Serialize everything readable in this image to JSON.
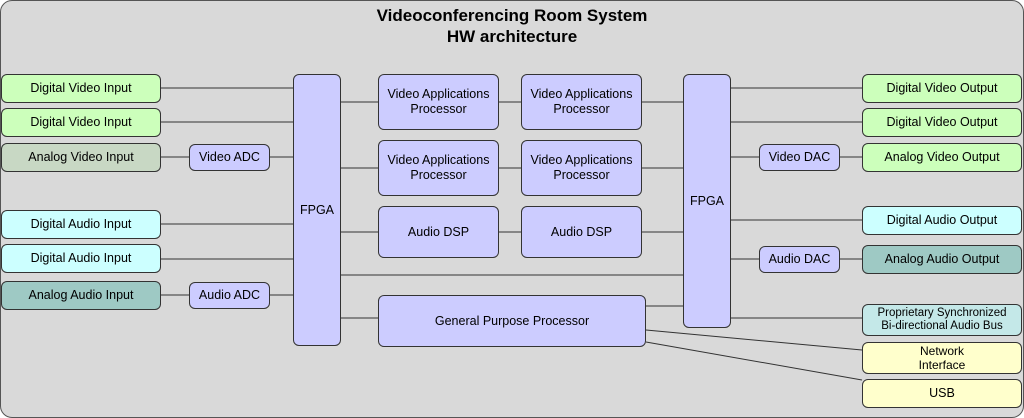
{
  "title": {
    "line1": "Videoconferencing Room System",
    "line2": "HW architecture"
  },
  "colors": {
    "frame": "#d9d9d9",
    "video": "#ccffbb",
    "analog_video": "#c8d8c4",
    "audio": "#ccffff",
    "analog_audio": "#9ec9c4",
    "proc": "#ccccff",
    "io_yellow": "#ffffcc",
    "sync_bus": "#c4e8e8"
  },
  "inputs": {
    "dvi1": "Digital Video Input",
    "dvi2": "Digital Video Input",
    "avi": "Analog Video Input",
    "dai1": "Digital Audio Input",
    "dai2": "Digital Audio Input",
    "aai": "Analog Audio Input"
  },
  "converters": {
    "video_adc": "Video ADC",
    "audio_adc": "Audio ADC",
    "video_dac": "Video DAC",
    "audio_dac": "Audio DAC"
  },
  "fpga": {
    "left": "FPGA",
    "right": "FPGA"
  },
  "processors": {
    "vap1": "Video Applications\nProcessor",
    "vap2": "Video Applications\nProcessor",
    "vap3": "Video Applications\nProcessor",
    "vap4": "Video Applications\nProcessor",
    "dsp1": "Audio DSP",
    "dsp2": "Audio DSP",
    "gpp": "General Purpose Processor"
  },
  "outputs": {
    "dvo1": "Digital Video Output",
    "dvo2": "Digital Video Output",
    "avo": "Analog Video Output",
    "dao": "Digital Audio Output",
    "aao": "Analog Audio Output",
    "bus": "Proprietary Synchronized\nBi-directional Audio Bus",
    "net": "Network\nInterface",
    "usb": "USB"
  }
}
